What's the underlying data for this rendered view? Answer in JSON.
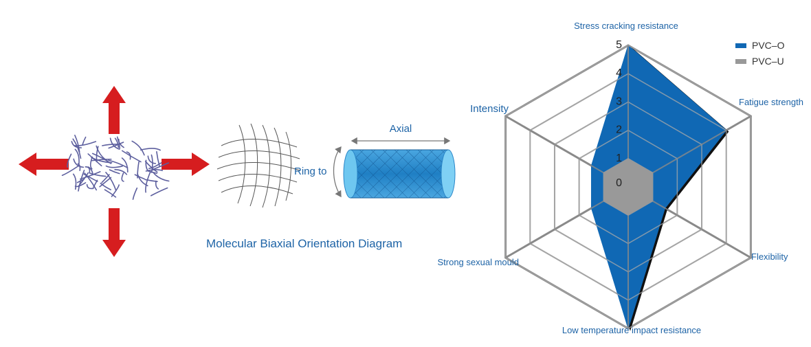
{
  "diagram": {
    "caption": "Molecular Biaxial Orientation Diagram",
    "axial_label": "Axial",
    "ring_label": "Ring to",
    "arrow_color": "#d61d1f",
    "pipe_color": "#2a86c8"
  },
  "chart_data": {
    "type": "radar",
    "title": "",
    "axes": [
      "Stress cracking resistance",
      "Fatigue strength",
      "Flexibility",
      "Low temperature impact resistance",
      "Strong sexual mould",
      "Intensity"
    ],
    "scale_ticks": [
      "0",
      "1",
      "2",
      "3",
      "4",
      "5"
    ],
    "range": [
      0,
      5
    ],
    "series": [
      {
        "name": "PVC–O",
        "color": "#1068b4",
        "values": [
          5,
          4,
          1.5,
          5,
          1.5,
          1.5
        ]
      },
      {
        "name": "PVC–U",
        "color": "#999999",
        "values": [
          1,
          1,
          1,
          1,
          1,
          1
        ]
      }
    ],
    "legend_position": "top-right",
    "grid": true
  }
}
